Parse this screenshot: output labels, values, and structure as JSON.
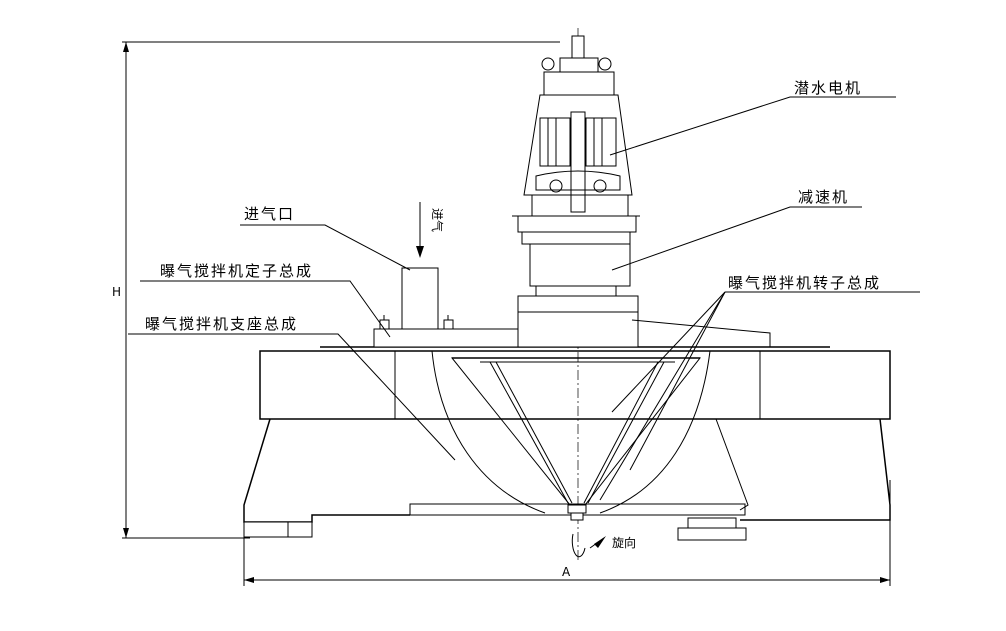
{
  "labels": {
    "motor": "潜水电机",
    "reducer": "减速机",
    "air_inlet": "进气口",
    "stator": "曝气搅拌机定子总成",
    "support": "曝气搅拌机支座总成",
    "rotor": "曝气搅拌机转子总成",
    "air_in_arrow": "进气",
    "rotation": "旋向",
    "dim_height": "H",
    "dim_width": "A"
  },
  "colors": {
    "line": "#000000",
    "background": "#ffffff"
  }
}
